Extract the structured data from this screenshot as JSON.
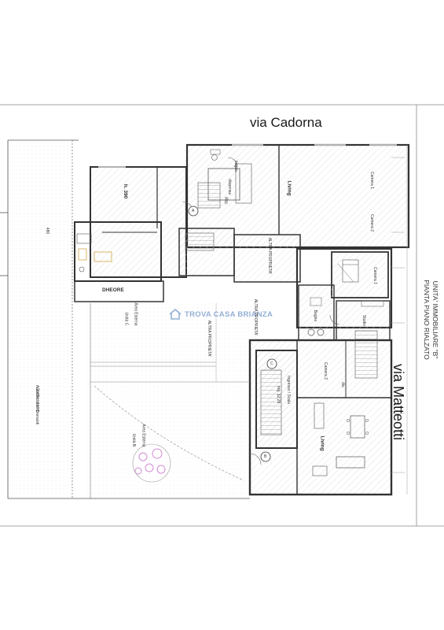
{
  "streets": {
    "north": "via Cadorna",
    "east": "via Matteotti"
  },
  "unit": {
    "line1": "UNITA' IMMOBILIARE \"B\"",
    "line2": "PIANTA PIANO RIALZATO"
  },
  "watermark": {
    "text": "TROVA CASA BRIANZA",
    "color": "#3b6fb5"
  },
  "rooms": {
    "camera1_top": "Camera 1",
    "camera2_top": "Camera 2",
    "living_top": "Living",
    "bagno_top": "bagno",
    "disp": "disp.",
    "dispensa": "dispensa",
    "camera1_right": "Camera 1",
    "bagno_right": "Bagno",
    "studio": "Studio",
    "camera2_right": "Camera 2",
    "dis": "dis.",
    "ingresso": "Ingresso / Scala",
    "ingresso_h": "mq. 12.28",
    "living_bottom": "Living",
    "dheore": "DHEORE",
    "area_c": "Area Esterna",
    "area_c_unit": "Unità C",
    "area_b": "Area Esterna",
    "area_b_unit": "Unità B",
    "cortile": "Cortile interno",
    "cortile_sub": "Autobloccanti Drenanti",
    "altra1": "ALTRA PROPRIETA'",
    "altra2": "ALTRA PROPRIETA'",
    "altra3": "ALTRA PROPRIETA'",
    "h_label": "h. 390",
    "dim_480": "480",
    "marker_a": "A",
    "marker_b": "B",
    "marker_c": "C"
  },
  "colors": {
    "wall": "#333333",
    "hatch": "#cfcfcf",
    "tree": "#d48bd6"
  }
}
